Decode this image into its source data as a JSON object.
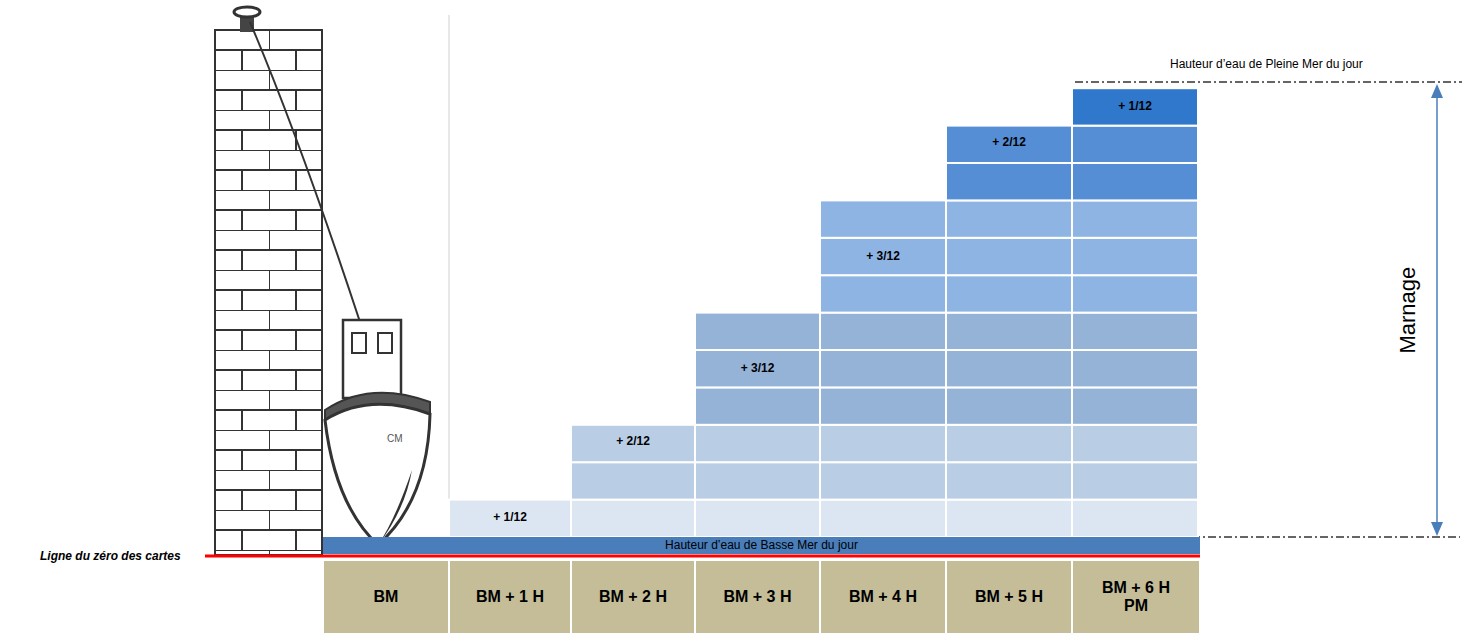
{
  "diagram": {
    "nodes": [
      {
        "text": [
          "+ 1/12"
        ]
      },
      {
        "text": [
          "+ 2/12"
        ]
      },
      {
        "text": [
          "+ 3/12"
        ]
      },
      {
        "text": [
          "+ 3/12"
        ]
      },
      {
        "text": [
          "+ 2/12"
        ]
      },
      {
        "text": [
          "+ 1/12"
        ]
      },
      {
        "text": [
          "Hauteur d’eau de Basse Mer du jour"
        ]
      },
      {
        "text": [
          "BM"
        ]
      },
      {
        "text": [
          "BM + 1 H"
        ]
      },
      {
        "text": [
          "BM + 2 H"
        ]
      },
      {
        "text": [
          "BM + 3 H"
        ]
      },
      {
        "text": [
          "BM + 4 H"
        ]
      },
      {
        "text": [
          "BM + 5 H"
        ]
      },
      {
        "text": [
          "BM + 6 H PM"
        ]
      }
    ],
    "labels": [
      "Hauteur d’eau de Pleine Mer du jour",
      "Marnage",
      "Ligne du zéro des cartes",
      "CM"
    ]
  }
}
